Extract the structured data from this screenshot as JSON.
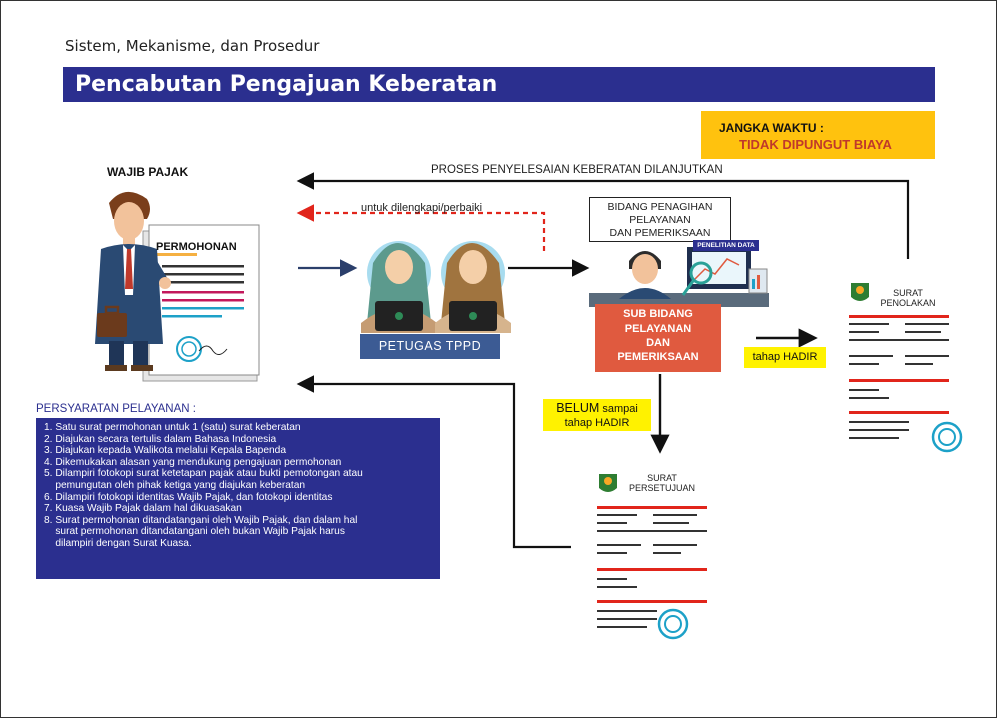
{
  "header": {
    "subtitle": "Sistem, Mekanisme, dan Prosedur",
    "title": "Pencabutan Pengajuan Keberatan"
  },
  "jangka_waktu": {
    "label": "JANGKA WAKTU :",
    "value": "TIDAK DIPUNGUT BIAYA"
  },
  "actors": {
    "wajib_pajak": "WAJIB PAJAK",
    "permohonan": "PERMOHONAN",
    "petugas": "PETUGAS TPPD",
    "bidang_lines": [
      "BIDANG PENAGIHAN",
      "PELAYANAN",
      "DAN PEMERIKSAAN"
    ],
    "penelitian": "PENELITIAN DATA",
    "sub_bidang_lines": [
      "SUB BIDANG",
      "PELAYANAN",
      "DAN",
      "PEMERIKSAAN"
    ]
  },
  "flows": {
    "proses_lanjut": "PROSES PENYELESAIAN KEBERATAN DILANJUTKAN",
    "dilengkapi": "untuk dilengkapi/perbaiki",
    "tahap_hadir": "tahap HADIR",
    "belum_strong": "BELUM",
    "belum_rest": " sampai",
    "belum_line2": "tahap HADIR"
  },
  "documents": {
    "penolakan": [
      "SURAT",
      "PENOLAKAN"
    ],
    "persetujuan": [
      "SURAT",
      "PERSETUJUAN"
    ]
  },
  "persyaratan": {
    "title": "PERSYARATAN PELAYANAN :",
    "items": [
      "1. Satu surat permohonan untuk 1 (satu) surat keberatan",
      "2. Diajukan secara tertulis dalam Bahasa Indonesia",
      "3. Diajukan kepada Walikota melalui Kepala Bapenda",
      "4. Dikemukakan alasan yang mendukung pengajuan permohonan",
      "5. Dilampiri fotokopi surat ketetapan pajak atau bukti pemotongan atau",
      "    pemungutan oleh pihak ketiga yang diajukan keberatan",
      "6. Dilampiri fotokopi identitas Wajib Pajak, dan fotokopi identitas",
      "7. Kuasa Wajib Pajak dalam hal dikuasakan",
      "8. Surat permohonan ditandatangani oleh Wajib Pajak, dan dalam hal",
      "    surat permohonan ditandatangani oleh bukan Wajib Pajak harus",
      "    dilampiri dengan Surat Kuasa."
    ]
  },
  "colors": {
    "title_bar": "#2b2f8f",
    "jangka_bg": "#ffc20e",
    "jangka_value": "#c0392b",
    "sub_bidang": "#e05a3f",
    "highlight_yellow": "#fff200",
    "petugas_box": "#3c5b94",
    "dashed_arrow": "#e1251b"
  }
}
